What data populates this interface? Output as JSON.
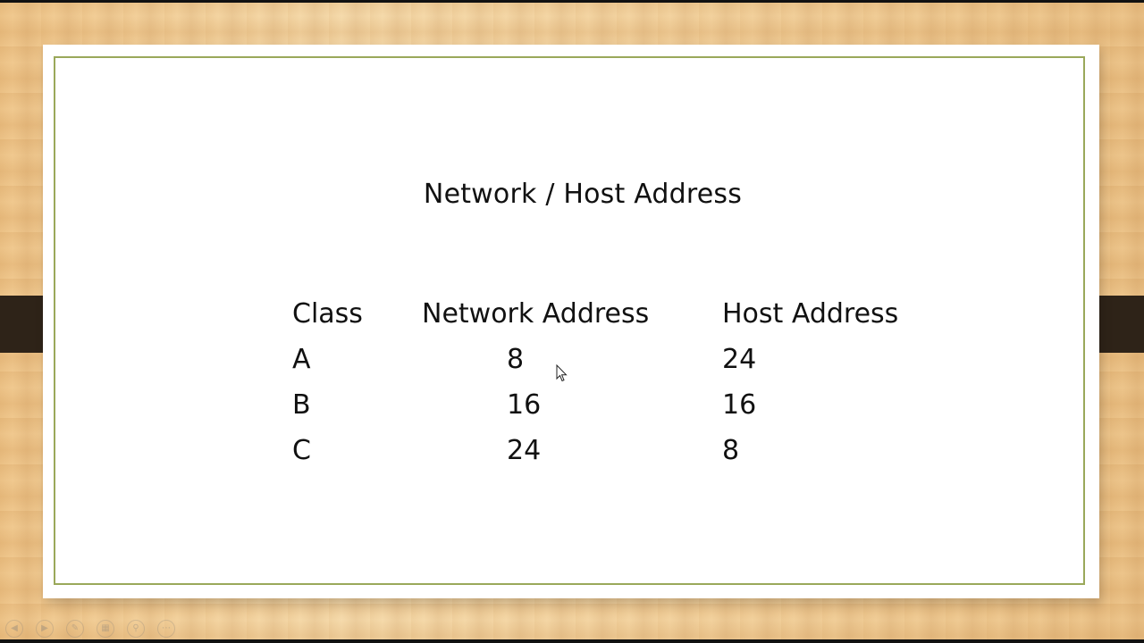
{
  "slide": {
    "title": "Network / Host Address",
    "table": {
      "headers": [
        "Class",
        "Network Address",
        "Host Address"
      ],
      "rows": [
        [
          "A",
          "8",
          "24"
        ],
        [
          "B",
          "16",
          "16"
        ],
        [
          "C",
          "24",
          "8"
        ]
      ]
    }
  },
  "icons": {
    "nav": [
      "back-icon",
      "forward-icon",
      "pen-icon",
      "slides-icon",
      "zoom-icon",
      "more-icon"
    ],
    "cursor": "mouse-pointer-icon"
  },
  "colors": {
    "frame": "#9aa85a",
    "tab": "#2e2318",
    "text": "#111111"
  }
}
